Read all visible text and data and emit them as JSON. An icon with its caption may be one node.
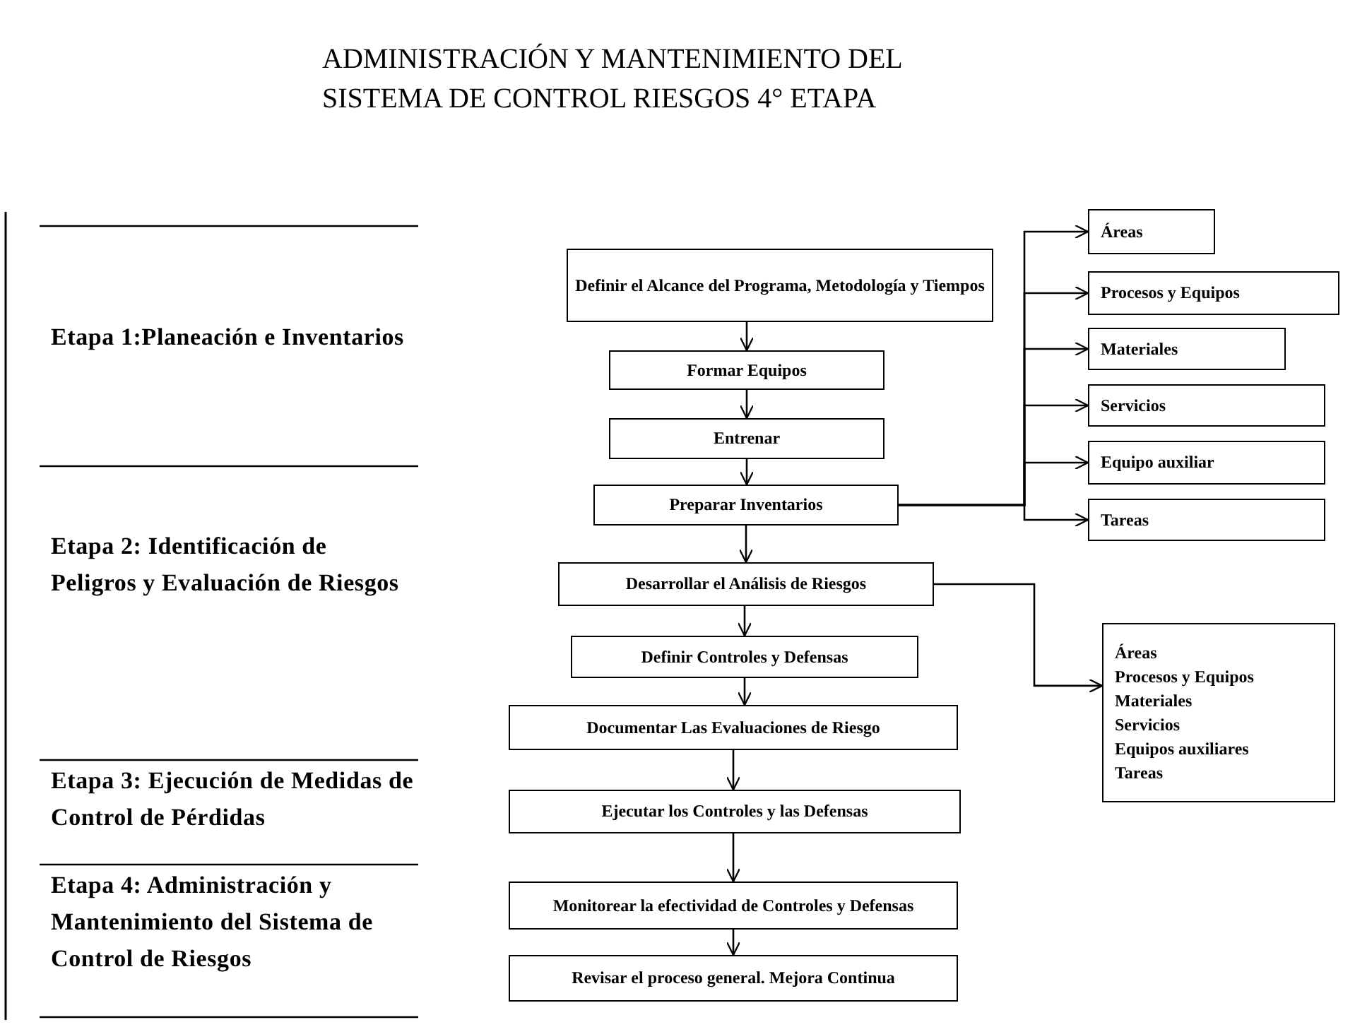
{
  "diagram": {
    "title": "ADMINISTRACIÓN Y MANTENIMIENTO DEL SISTEMA DE CONTROL RIESGOS 4° ETAPA",
    "nodes": [
      {
        "text": [
          "Definir el Alcance del Programa, Metodología y Tiempos"
        ]
      },
      {
        "text": [
          "Formar Equipos"
        ]
      },
      {
        "text": [
          "Entrenar"
        ]
      },
      {
        "text": [
          "Preparar Inventarios"
        ]
      },
      {
        "text": [
          "Desarrollar el Análisis de Riesgos"
        ]
      },
      {
        "text": [
          "Definir Controles y Defensas"
        ]
      },
      {
        "text": [
          "Documentar Las Evaluaciones de Riesgo"
        ]
      },
      {
        "text": [
          "Ejecutar los Controles y las Defensas"
        ]
      },
      {
        "text": [
          "Monitorear la efectividad de Controles y Defensas"
        ]
      },
      {
        "text": [
          "Revisar el proceso general. Mejora Continua"
        ]
      },
      {
        "text": [
          "Áreas"
        ]
      },
      {
        "text": [
          "Procesos y Equipos"
        ]
      },
      {
        "text": [
          "Materiales"
        ]
      },
      {
        "text": [
          "Servicios"
        ]
      },
      {
        "text": [
          "Equipo auxiliar"
        ]
      },
      {
        "text": [
          "Tareas"
        ]
      },
      {
        "text": [
          "Áreas",
          "Procesos y Equipos",
          "Materiales",
          "Servicios",
          "Equipos auxiliares",
          "Tareas"
        ]
      }
    ],
    "edges": [
      {
        "from": 0,
        "to": 1,
        "arrow": "to"
      },
      {
        "from": 1,
        "to": 2,
        "arrow": "to"
      },
      {
        "from": 2,
        "to": 3,
        "arrow": "to"
      },
      {
        "from": 3,
        "to": 4,
        "arrow": "to"
      },
      {
        "from": 4,
        "to": 5,
        "arrow": "to"
      },
      {
        "from": 5,
        "to": 6,
        "arrow": "to"
      },
      {
        "from": 6,
        "to": 7,
        "arrow": "to"
      },
      {
        "from": 7,
        "to": 8,
        "arrow": "to"
      },
      {
        "from": 8,
        "to": 9,
        "arrow": "to"
      },
      {
        "from": 3,
        "to": 10,
        "arrow": "to"
      },
      {
        "from": 3,
        "to": 11,
        "arrow": "to"
      },
      {
        "from": 3,
        "to": 12,
        "arrow": "to"
      },
      {
        "from": 3,
        "to": 13,
        "arrow": "to"
      },
      {
        "from": 3,
        "to": 14,
        "arrow": "to"
      },
      {
        "from": 3,
        "to": 15,
        "arrow": "to"
      },
      {
        "from": 4,
        "to": 16,
        "arrow": "to"
      }
    ],
    "labels": [
      "Etapa 1:Planeación e Inventarios",
      "Etapa 2: Identificación de Peligros y Evaluación de Riesgos",
      "Etapa 3: Ejecución de Medidas de Control de Pérdidas",
      "Etapa 4: Administración y Mantenimiento del Sistema de Control de Riesgos"
    ]
  }
}
